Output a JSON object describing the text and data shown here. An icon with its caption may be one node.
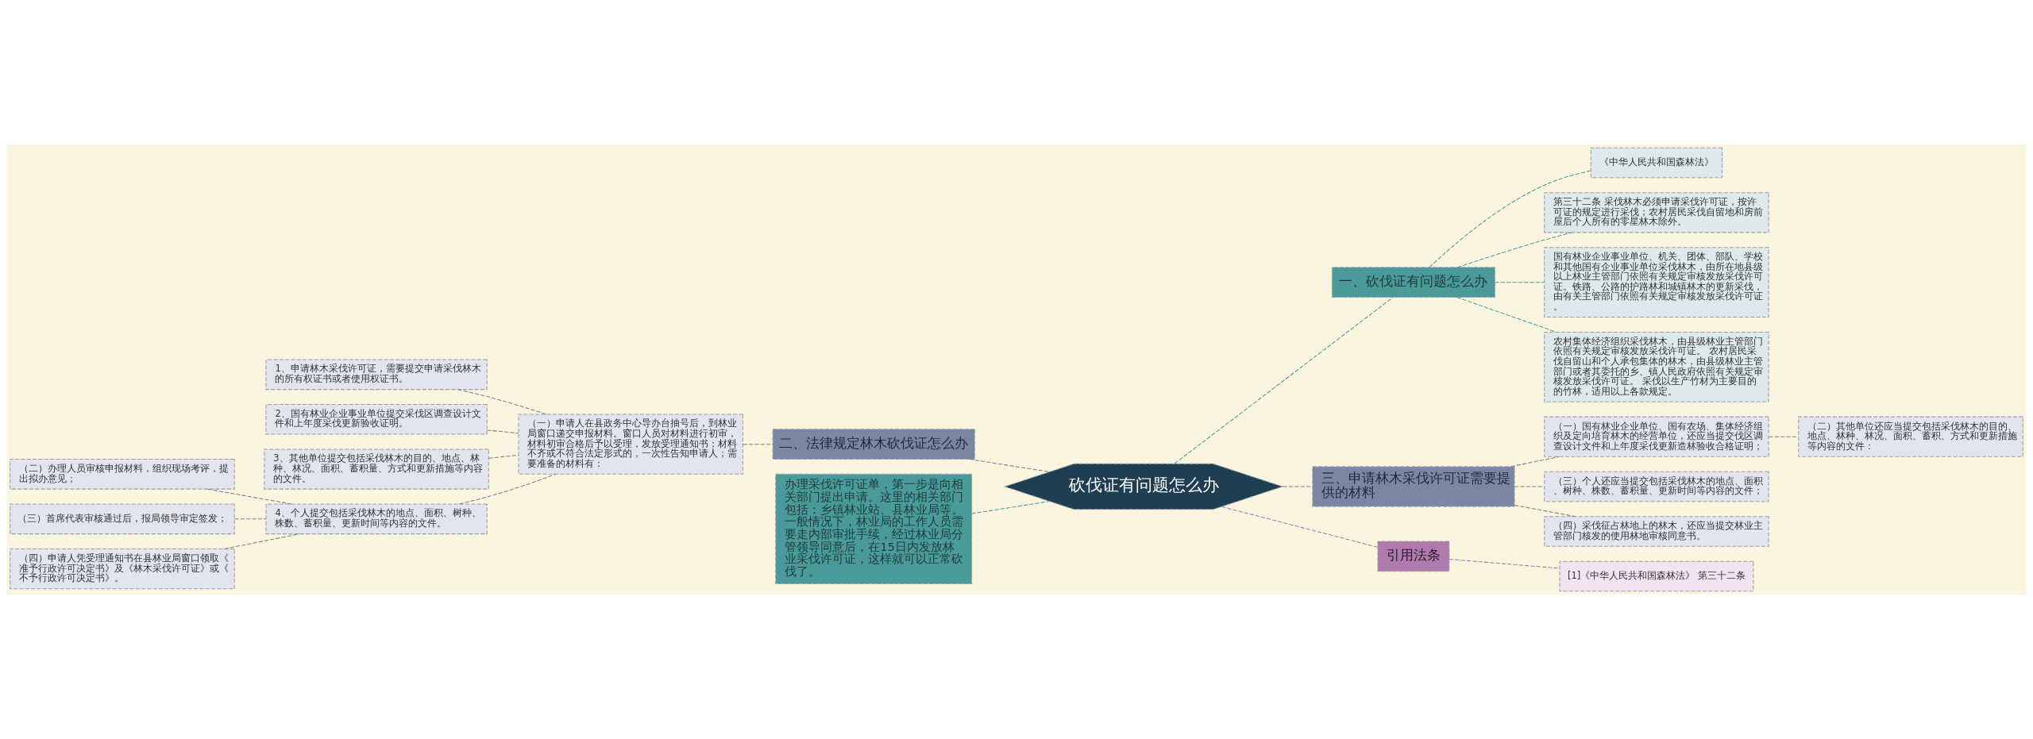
{
  "diagram": {
    "nodes": [
      {
        "text": [
          "砍伐证有问题怎么办"
        ]
      },
      {
        "text": [
          "一、砍伐证有问题怎么办"
        ]
      },
      {
        "text": [
          "《中华人民共和国森林法》"
        ]
      },
      {
        "text": [
          "第三十二条 采伐林木必须申请采伐许可证，按许可证的规定进行采伐；农村居民采伐自留地和房前屋后个人所有的零星林木除外。"
        ]
      },
      {
        "text": [
          "国有林业企业事业单位、机关、团体、部队、学校和其他国有企业事业单位采伐林木，由所在地县级以上林业主管部门依照有关规定审核发放采伐许可证。铁路、公路的护路林和城镇林木的更新采伐，由有关主管部门依照有关规定审核发放采伐许可证。"
        ]
      },
      {
        "text": [
          "农村集体经济组织采伐林木，由县级林业主管部门依照有关规定审核发放采伐许可证。 农村居民采伐自留山和个人承包集体的林木，由县级林业主管部门或者其委托的乡、镇人民政府依照有关规定审核发放采伐许可证。 采伐以生产竹材为主要目的的竹林，适用以上各款规定。"
        ]
      },
      {
        "text": [
          "二、法律规定林木砍伐证怎么办"
        ]
      },
      {
        "text": [
          "（一）申请人在县政务中心导办台抽号后，到林业局窗口递交申报材料。窗口人员对材料进行初审，材料初审合格后予以受理，发放受理通知书；材料不齐或不符合法定形式的，一次性告知申请人；需要准备的材料有："
        ]
      },
      {
        "text": [
          "1、申请林木采伐许可证，需要提交申请采伐林木的所有权证书或者使用权证书。"
        ]
      },
      {
        "text": [
          "2、国有林业企业事业单位提交采伐区调查设计文件和上年度采伐更新验收证明。"
        ]
      },
      {
        "text": [
          "3、其他单位提交包括采伐林木的目的、地点、林种、林况、面积、蓄积量、方式和更新措施等内容的文件。"
        ]
      },
      {
        "text": [
          "4、个人提交包括采伐林木的地点、面积、树种、株数、蓄积量、更新时间等内容的文件。"
        ]
      },
      {
        "text": [
          "（二）办理人员审核申报材料，组织现场考评，提出拟办意见；"
        ]
      },
      {
        "text": [
          "（三）首席代表审核通过后，报局领导审定签发；"
        ]
      },
      {
        "text": [
          "（四）申请人凭受理通知书在县林业局窗口领取《准予行政许可决定书》及《林木采伐许可证》或《不予行政许可决定书》。"
        ]
      },
      {
        "text": [
          "办理采伐许可证单，第一步是向相关部门提出申请。这里的相关部门包括：乡镇林业站、县林业局等。一般情况下，林业局的工作人员需要走内部审批手续，经过林业局分管领导同意后，在15日内发放林业采伐许可证，这样就可以正常砍伐了。"
        ]
      },
      {
        "text": [
          "三、申请林木采伐许可证需要提供的材料"
        ]
      },
      {
        "text": [
          "（一）国有林业企业单位、国有农场、集体经济组织及定向培育林木的经营单位，还应当提交伐区调查设计文件和上年度采伐更新造林验收合格证明；"
        ]
      },
      {
        "text": [
          "（二）其他单位还应当提交包括采伐林木的目的、地点、林种、林况、面积、蓄积、方式和更新措施等内容的文件："
        ]
      },
      {
        "text": [
          "（三）个人还应当提交包括采伐林木的地点、面积、树种、株数、蓄积量、更新时间等内容的文件；"
        ]
      },
      {
        "text": [
          "（四）采伐征占林地上的林木，还应当提交林业主管部门核发的使用林地审核同意书。"
        ]
      },
      {
        "text": [
          "引用法条"
        ]
      },
      {
        "text": [
          "[1]《中华人民共和国森林法》 第三十二条"
        ]
      }
    ],
    "edges": [
      {
        "from": 0,
        "to": 1,
        "arrow": "none",
        "style": "dashed",
        "color": "#4a9a9a"
      },
      {
        "from": 1,
        "to": 2,
        "arrow": "none",
        "style": "dashed",
        "color": "#4a9a9a"
      },
      {
        "from": 1,
        "to": 3,
        "arrow": "none",
        "style": "dashed",
        "color": "#4a9a9a"
      },
      {
        "from": 1,
        "to": 4,
        "arrow": "none",
        "style": "dashed",
        "color": "#4a9a9a"
      },
      {
        "from": 1,
        "to": 5,
        "arrow": "none",
        "style": "dashed",
        "color": "#4a9a9a"
      },
      {
        "from": 6,
        "to": 0,
        "arrow": "none",
        "style": "dashed"
      },
      {
        "from": 7,
        "to": 6,
        "arrow": "none",
        "style": "dashed"
      },
      {
        "from": 8,
        "to": 7,
        "arrow": "none",
        "style": "dashed"
      },
      {
        "from": 9,
        "to": 7,
        "arrow": "none",
        "style": "dashed"
      },
      {
        "from": 10,
        "to": 7,
        "arrow": "none",
        "style": "dashed"
      },
      {
        "from": 11,
        "to": 7,
        "arrow": "none",
        "style": "dashed"
      },
      {
        "from": 12,
        "to": 11,
        "arrow": "none",
        "style": "dashed"
      },
      {
        "from": 13,
        "to": 11,
        "arrow": "none",
        "style": "dashed"
      },
      {
        "from": 14,
        "to": 11,
        "arrow": "none",
        "style": "dashed"
      },
      {
        "from": 15,
        "to": 0,
        "arrow": "none",
        "style": "dashed",
        "color": "#4a9a9a"
      },
      {
        "from": 0,
        "to": 16,
        "arrow": "none",
        "style": "dashed"
      },
      {
        "from": 16,
        "to": 17,
        "arrow": "none",
        "style": "dashed"
      },
      {
        "from": 17,
        "to": 18,
        "arrow": "none",
        "style": "dashed"
      },
      {
        "from": 16,
        "to": 19,
        "arrow": "none",
        "style": "dashed"
      },
      {
        "from": 16,
        "to": 20,
        "arrow": "none",
        "style": "dashed"
      },
      {
        "from": 0,
        "to": 21,
        "arrow": "none",
        "style": "dashed",
        "color": "#a07aa8"
      },
      {
        "from": 21,
        "to": 22,
        "arrow": "none",
        "style": "dashed",
        "color": "#a07aa8"
      }
    ]
  }
}
